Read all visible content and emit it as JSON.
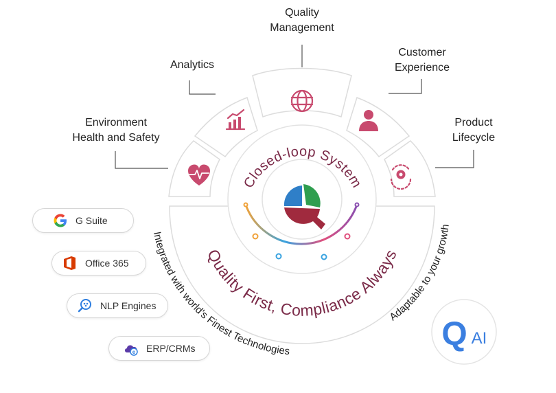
{
  "center": {
    "ring_title": "Closed-loop System",
    "tagline": "Quality First, Compliance Always",
    "left_arc": "Integrated with world's Finest Technologies",
    "right_arc": "Adaptable to your growth"
  },
  "modules": [
    {
      "lines": [
        "Environment",
        "Health and Safety"
      ],
      "icon": "heart-pulse-icon"
    },
    {
      "lines": [
        "Analytics"
      ],
      "icon": "bar-chart-icon"
    },
    {
      "lines": [
        "Quality",
        "Management"
      ],
      "icon": "globe-icon"
    },
    {
      "lines": [
        "Customer",
        "Experience"
      ],
      "icon": "user-icon"
    },
    {
      "lines": [
        "Product",
        "Lifecycle"
      ],
      "icon": "gear-cycle-icon"
    }
  ],
  "integrations": [
    {
      "label": "G Suite",
      "icon": "google-icon"
    },
    {
      "label": "Office 365",
      "icon": "office-icon"
    },
    {
      "label": "NLP Engines",
      "icon": "nlp-search-icon"
    },
    {
      "label": "ERP/CRMs",
      "icon": "cloud-e-icon"
    }
  ],
  "brand": {
    "logo_text_q": "Q",
    "logo_text_ai": "AI"
  },
  "colors": {
    "maroon": "#7a2a48",
    "icon_pink": "#c84a6e",
    "qai_blue": "#3b7fe0",
    "arc_orange": "#f0a23a",
    "arc_blue": "#39a3e0",
    "arc_pink": "#e0507e",
    "arc_purple": "#8a4fb0"
  }
}
